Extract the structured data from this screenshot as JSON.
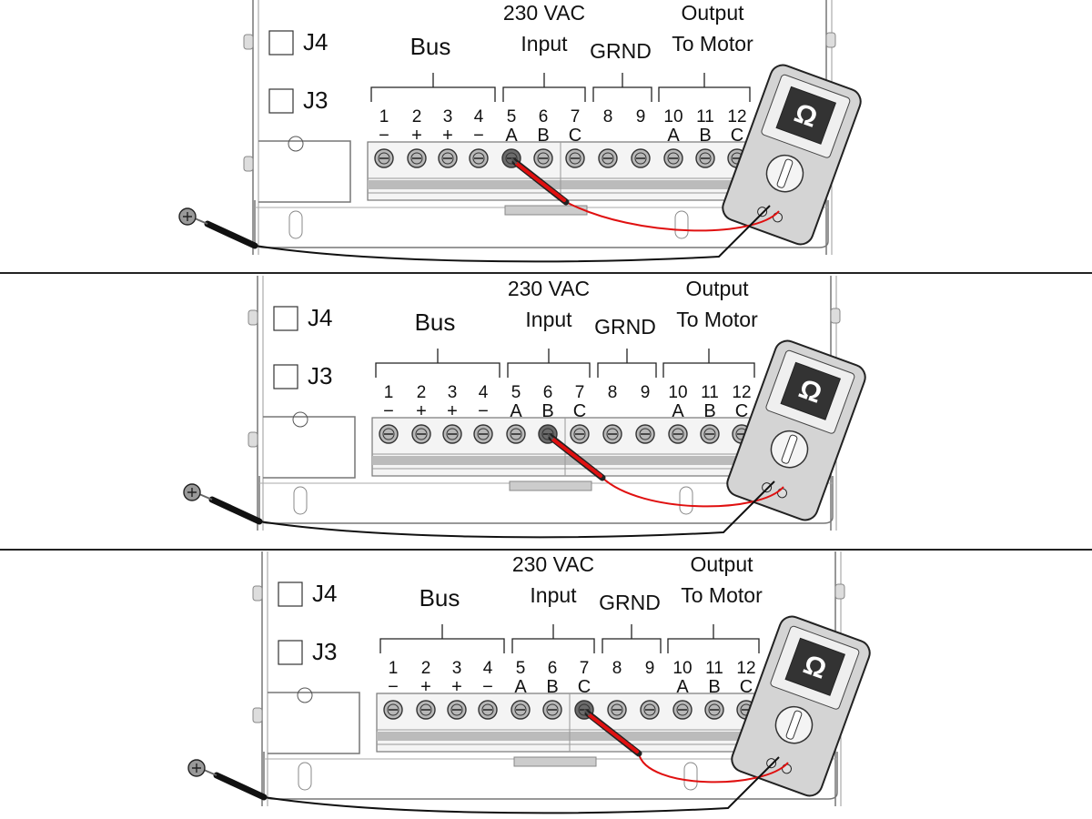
{
  "labels": {
    "j4": "J4",
    "j3": "J3",
    "bus": "Bus",
    "input_line1": "230 VAC",
    "input_line2": "Input",
    "grnd": "GRND",
    "output_line1": "Output",
    "output_line2": "To Motor",
    "meter_symbol": "Ω"
  },
  "terminals": [
    {
      "number": "1",
      "symbol": "−"
    },
    {
      "number": "2",
      "symbol": "+"
    },
    {
      "number": "3",
      "symbol": "+"
    },
    {
      "number": "4",
      "symbol": "−"
    },
    {
      "number": "5",
      "symbol": "A"
    },
    {
      "number": "6",
      "symbol": "B"
    },
    {
      "number": "7",
      "symbol": "C"
    },
    {
      "number": "8",
      "symbol": ""
    },
    {
      "number": "9",
      "symbol": ""
    },
    {
      "number": "10",
      "symbol": "A"
    },
    {
      "number": "11",
      "symbol": "B"
    },
    {
      "number": "12",
      "symbol": "C"
    }
  ],
  "panels": [
    {
      "probed_terminal": "5"
    },
    {
      "probed_terminal": "6"
    },
    {
      "probed_terminal": "7"
    }
  ],
  "colors": {
    "probe_red": "#e01010",
    "probe_black": "#111111",
    "meter_body": "#d4d4d4",
    "meter_screen": "#333333",
    "screw_gray": "#b8b8b8",
    "probed_screw": "#6b6b6b"
  }
}
